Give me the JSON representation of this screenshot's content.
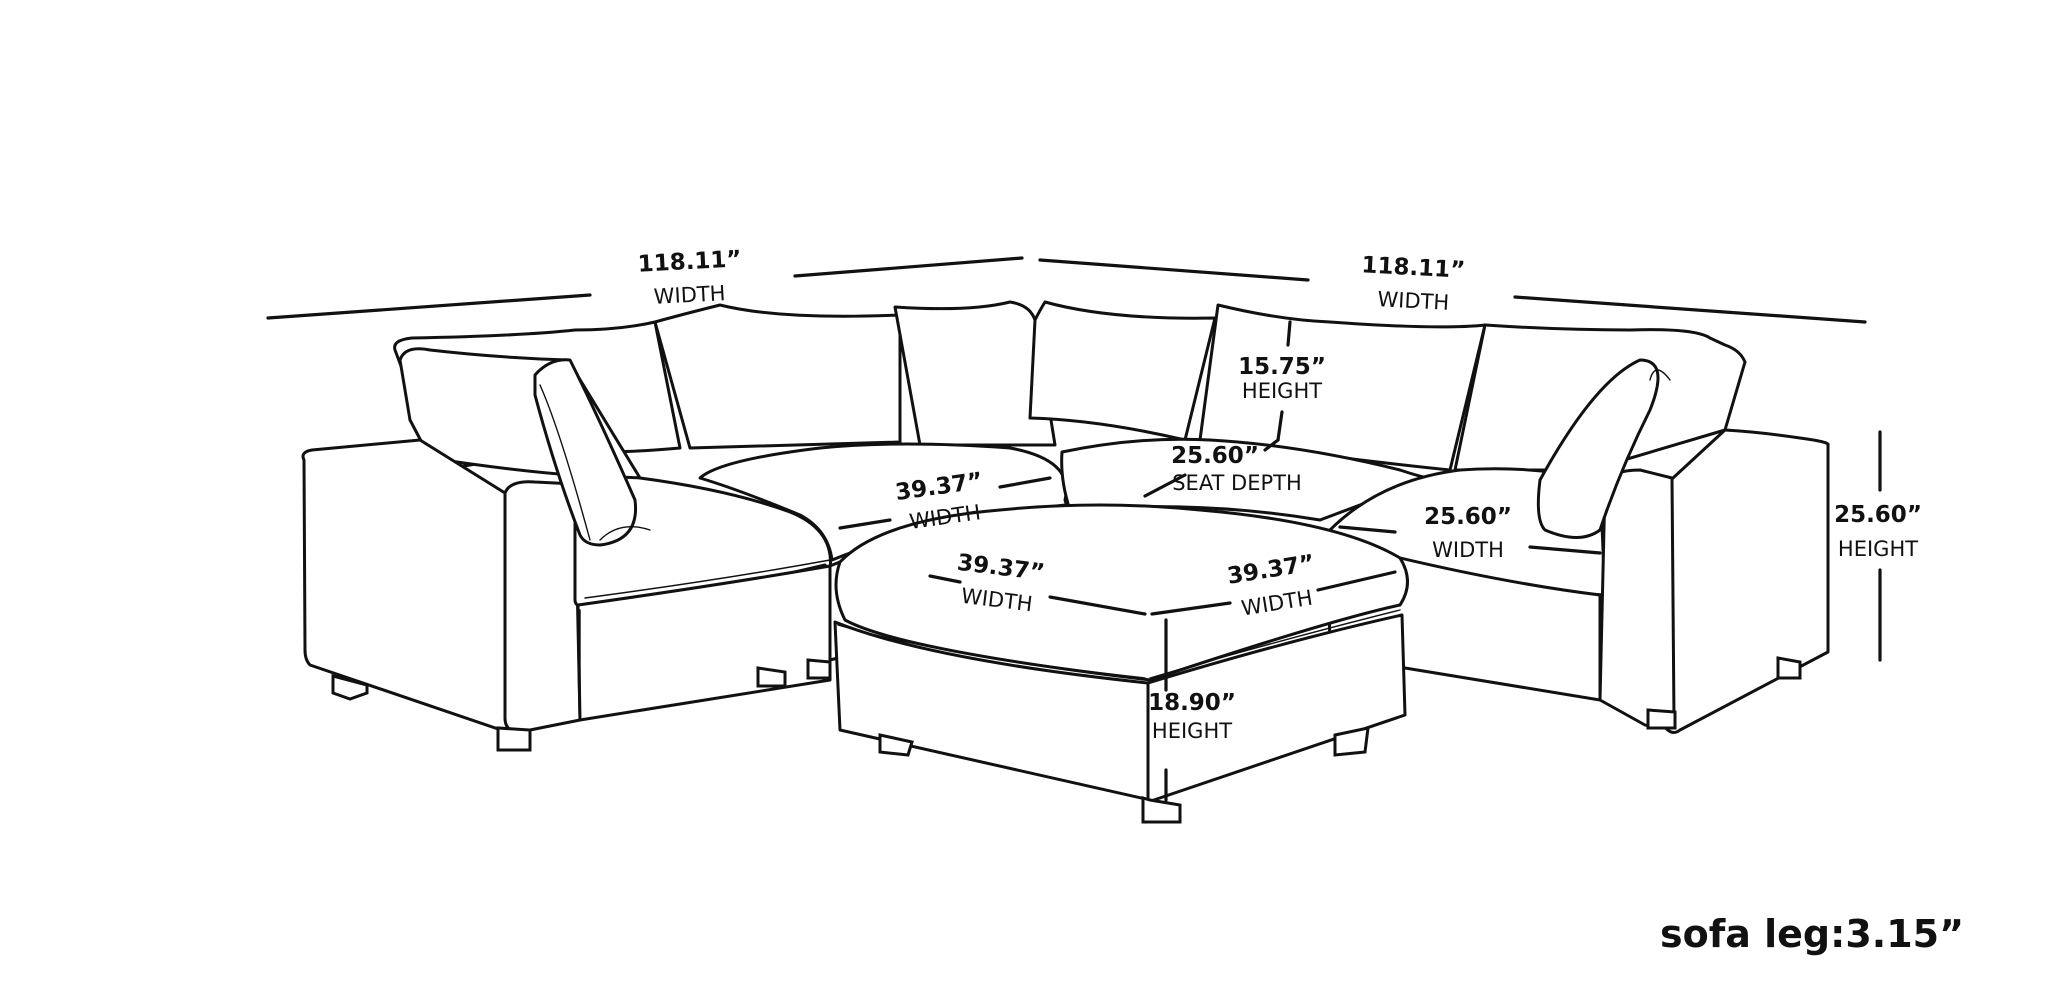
{
  "dimensions": {
    "overall_width_left": {
      "value": "118.11”",
      "label": "WIDTH"
    },
    "overall_width_right": {
      "value": "118.11”",
      "label": "WIDTH"
    },
    "back_height": {
      "value": "15.75”",
      "label": "HEIGHT"
    },
    "seat_depth": {
      "value": "25.60”",
      "label": "SEAT DEPTH"
    },
    "corner_seat_width": {
      "value": "39.37”",
      "label": "WIDTH"
    },
    "side_seat_width": {
      "value": "25.60”",
      "label": "WIDTH"
    },
    "total_height": {
      "value": "25.60”",
      "label": "HEIGHT"
    },
    "ottoman_width_left": {
      "value": "39.37”",
      "label": "WIDTH"
    },
    "ottoman_width_right": {
      "value": "39.37”",
      "label": "WIDTH"
    },
    "ottoman_height": {
      "value": "18.90”",
      "label": "HEIGHT"
    }
  },
  "caption": "sofa leg:3.15”"
}
